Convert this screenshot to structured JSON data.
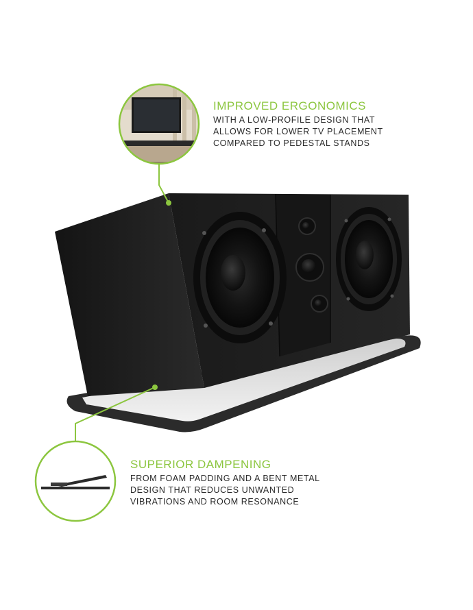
{
  "colors": {
    "accent": "#8cc63f",
    "text": "#2a2a2a",
    "speaker": "#1c1c1c",
    "stand_top": "#d9d9d9"
  },
  "callouts": [
    {
      "title": "IMPROVED ERGONOMICS",
      "lines": [
        "WITH A LOW-PROFILE DESIGN THAT",
        "ALLOWS FOR LOWER TV PLACEMENT",
        "COMPARED TO PEDESTAL STANDS"
      ]
    },
    {
      "title": "SUPERIOR DAMPENING",
      "lines": [
        "FROM FOAM PADDING AND A BENT METAL",
        "DESIGN THAT REDUCES UNWANTED",
        "VIBRATIONS AND ROOM RESONANCE"
      ]
    }
  ]
}
